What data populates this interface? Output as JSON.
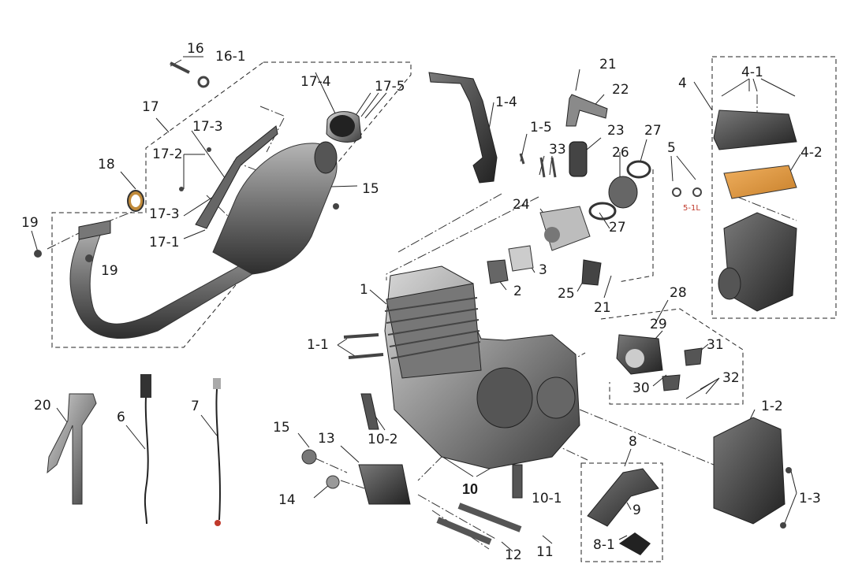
{
  "labels": {
    "l16": "16",
    "l16_1": "16-1",
    "l17": "17",
    "l17_4": "17-4",
    "l17_5": "17-5",
    "l17_3a": "17-3",
    "l17_2": "17-2",
    "l18": "18",
    "l17_3b": "17-3",
    "l17_1": "17-1",
    "l15a": "15",
    "l19a": "19",
    "l19b": "19",
    "l21a": "21",
    "l22": "22",
    "l1_4": "1-4",
    "l1_5": "1-5",
    "l23": "23",
    "l27a": "27",
    "l33": "33",
    "l26": "26",
    "l24": "24",
    "l27b": "27",
    "l3": "3",
    "l2": "2",
    "l25": "25",
    "l21b": "21",
    "l4": "4",
    "l4_1": "4-1",
    "l4_2": "4-2",
    "l5": "5",
    "l5_1": "5-1L",
    "l1": "1",
    "l1_1": "1-1",
    "l28": "28",
    "l29": "29",
    "l31": "31",
    "l30": "30",
    "l32": "32",
    "l20": "20",
    "l6": "6",
    "l7": "7",
    "l1_2": "1-2",
    "l15b": "15",
    "l13": "13",
    "l10_2": "10-2",
    "l8": "8",
    "l10": "10",
    "l10_1": "10-1",
    "l14": "14",
    "l9": "9",
    "l1_3": "1-3",
    "l12": "12",
    "l11": "11",
    "l8_1": "8-1"
  }
}
